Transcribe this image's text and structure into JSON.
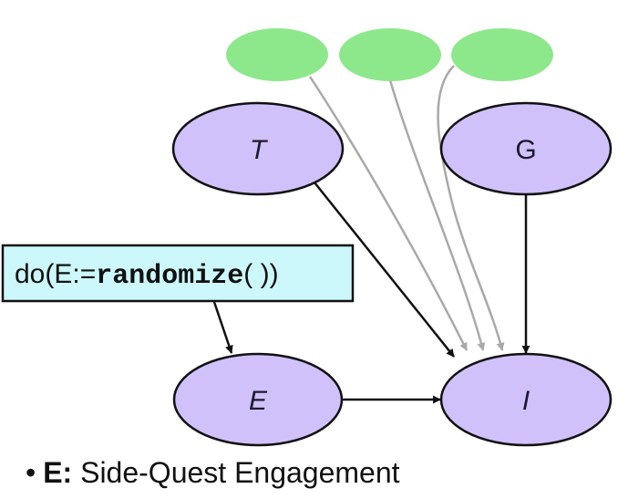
{
  "diagram": {
    "colors": {
      "variable_node_fill": "#d1c1fb",
      "latent_node_fill": "#8de88c",
      "intervention_box_fill": "#ccf8fb",
      "causal_edge": "#111111",
      "latent_edge": "#a9a9a9"
    },
    "nodes": {
      "T": {
        "label": "T",
        "italic": true
      },
      "G": {
        "label": "G",
        "italic": false
      },
      "E": {
        "label": "E",
        "italic": true
      },
      "I": {
        "label": "I",
        "italic": true
      },
      "U1": {
        "label": ""
      },
      "U2": {
        "label": ""
      },
      "U3": {
        "label": ""
      }
    },
    "intervention": {
      "prefix": "do(E:=",
      "function": "randomize",
      "suffix": "( ))"
    },
    "edges": [
      {
        "from": "U1",
        "to": "I",
        "style": "latent"
      },
      {
        "from": "U2",
        "to": "I",
        "style": "latent"
      },
      {
        "from": "U3",
        "to": "I",
        "style": "latent"
      },
      {
        "from": "T",
        "to": "I",
        "style": "causal"
      },
      {
        "from": "G",
        "to": "I",
        "style": "causal"
      },
      {
        "from": "E",
        "to": "I",
        "style": "causal"
      },
      {
        "from": "intervention",
        "to": "E",
        "style": "causal"
      }
    ]
  },
  "legend": {
    "bullet": "•",
    "items": [
      {
        "key": "E:",
        "description": "Side-Quest Engagement"
      }
    ]
  }
}
